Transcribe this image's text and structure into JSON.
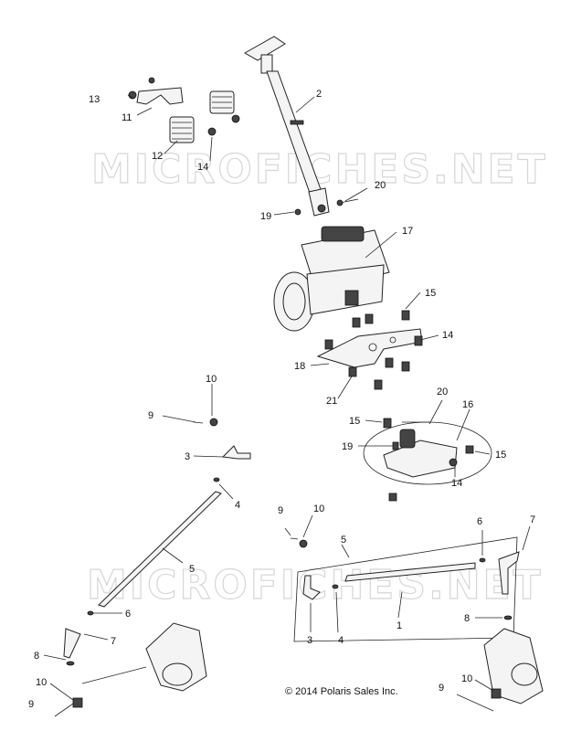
{
  "watermark": "MICROFICHES.NET",
  "copyright": "© 2014 Polaris Sales Inc.",
  "callouts": {
    "c2": "2",
    "c13": "13",
    "c11": "11",
    "c12": "12",
    "c14a": "14",
    "c19a": "19",
    "c20a": "20",
    "c17": "17",
    "c15a": "15",
    "c14b": "14",
    "c18": "18",
    "c21": "21",
    "c10a": "10",
    "c9a": "9",
    "c3a": "3",
    "c4a": "4",
    "c5a": "5",
    "c6a": "6",
    "c7a": "7",
    "c8a": "8",
    "c10b": "10",
    "c9b": "9",
    "c20b": "20",
    "c16": "16",
    "c15b": "15",
    "c19b": "19",
    "c15c": "15",
    "c14c": "14",
    "c9c": "9",
    "c10c": "10",
    "c5b": "5",
    "c3b": "3",
    "c4b": "4",
    "c1": "1",
    "c6b": "6",
    "c7b": "7",
    "c8b": "8",
    "c10d": "10",
    "c9d": "9"
  }
}
